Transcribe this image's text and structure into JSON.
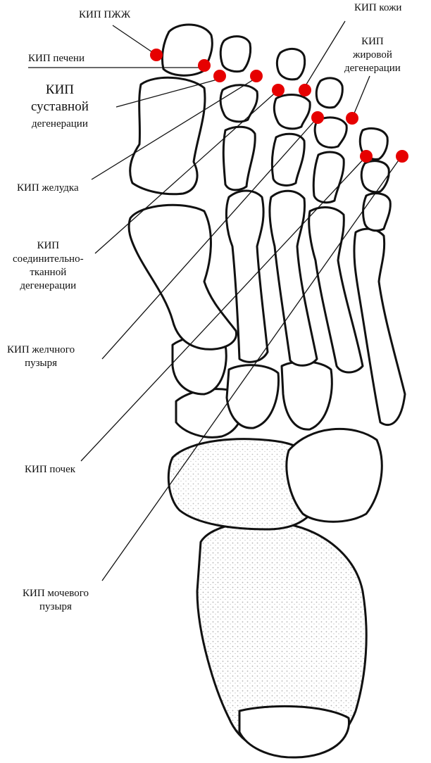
{
  "colors": {
    "point": "#e60000",
    "bone_fill": "#ffffff",
    "bone_outline": "#111111",
    "leader": "#111111"
  },
  "labels": {
    "pzhzh": "КИП ПЖЖ",
    "kozhi": "КИП кожи",
    "pecheni": "КИП печени",
    "zhirovoy": [
      "КИП",
      "жировой",
      "дегенерации"
    ],
    "sustavnoy": [
      "КИП",
      "суставной",
      "дегенерации"
    ],
    "zheludka": "КИП желудка",
    "soedinitelno": [
      "КИП",
      "соединительно-",
      "тканной",
      "дегенерации"
    ],
    "zhelchnogo": [
      "КИП желчного",
      "пузыря"
    ],
    "pochek": "КИП почек",
    "mochevogo": [
      "КИП мочевого",
      "пузыря"
    ]
  }
}
